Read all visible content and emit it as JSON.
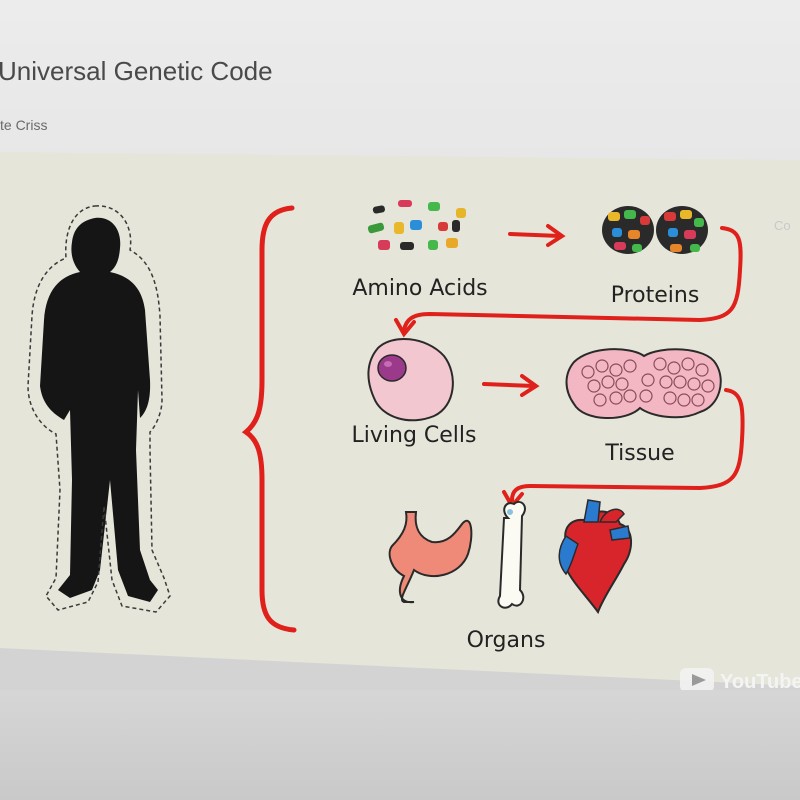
{
  "page": {
    "title": "Universal Genetic Code",
    "author": "te Criss"
  },
  "video": {
    "corner_label": "Co",
    "youtube_label": "YouTube",
    "stages": {
      "amino_acids": "Amino Acids",
      "proteins": "Proteins",
      "living_cells": "Living Cells",
      "tissue": "Tissue",
      "organs": "Organs"
    }
  },
  "colors": {
    "arrow": "#e0201b",
    "board": "#e7e6dc",
    "silhouette": "#151515"
  }
}
